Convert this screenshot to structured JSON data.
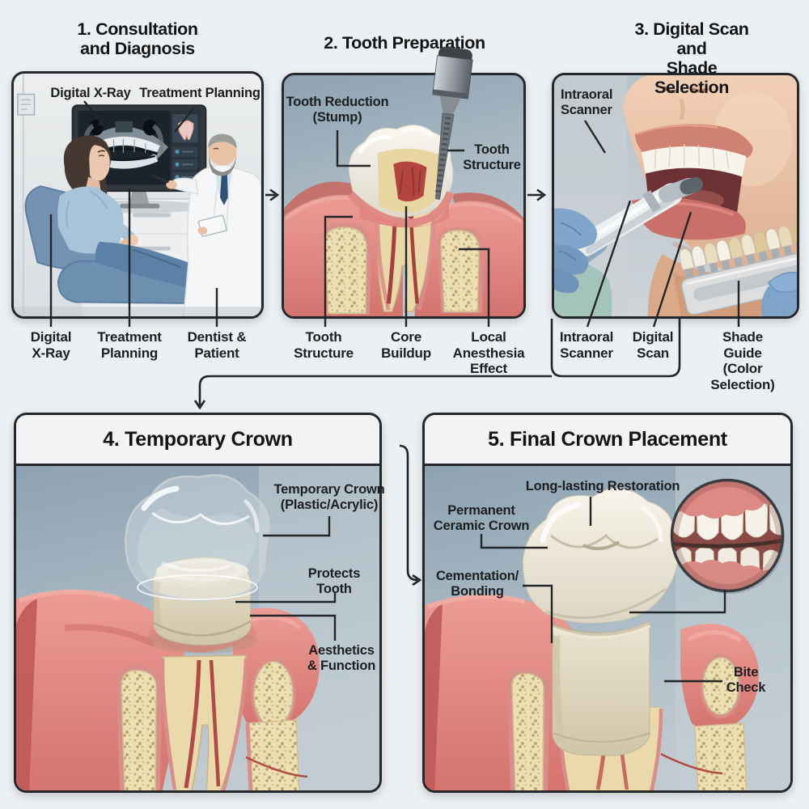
{
  "colors": {
    "page_bg": "#edf0f2",
    "panel_border": "#26272a",
    "title_text": "#121314",
    "label_text": "#1c1e20",
    "illustration_bg": "#a7b8c4",
    "gum_pink": "#e08a84",
    "gum_dark": "#c05a56",
    "bone_cream": "#ecdfb4",
    "dentin_tan": "#e8d7a6",
    "pulp_red": "#a6403c",
    "enamel_white": "#f5f2ea",
    "glove_blue": "#7fa3c9",
    "scrub_teal": "#a4c4bb",
    "drill_metal": "#9aa1a7",
    "chair_blue": "#6d8fb0",
    "coat_white": "#f6f7f8"
  },
  "step1": {
    "title": "1. Consultation\nand Diagnosis",
    "screen_labels": {
      "xray": "Digital X-Ray",
      "planning": "Treatment Planning"
    },
    "bottom_labels": [
      "Digital\nX-Ray",
      "Treatment\nPlanning",
      "Dentist &\nPatient"
    ]
  },
  "step2": {
    "title": "2. Tooth Preparation",
    "inner_labels": {
      "reduction": "Tooth Reduction\n(Stump)",
      "structure": "Tooth\nStructure"
    },
    "bottom_labels": [
      "Tooth\nStructure",
      "Core\nBuildup",
      "Local\nAnesthesia\nEffect"
    ]
  },
  "step3": {
    "title": "3. Digital Scan and\nShade Selection",
    "inner_labels": {
      "scanner": "Intraoral\nScanner"
    },
    "bottom_labels": [
      "Intraoral\nScanner",
      "Digital\nScan",
      "Shade Guide\n(Color Selection)"
    ]
  },
  "step4": {
    "title": "4. Temporary Crown",
    "labels": [
      "Temporary Crown\n(Plastic/Acrylic)",
      "Protects\nTooth",
      "Aesthetics\n& Function"
    ]
  },
  "step5": {
    "title": "5. Final Crown Placement",
    "labels": [
      "Long-lasting Restoration",
      "Permanent\nCeramic Crown",
      "Cementation/\nBonding",
      "Bite\nCheck"
    ]
  }
}
